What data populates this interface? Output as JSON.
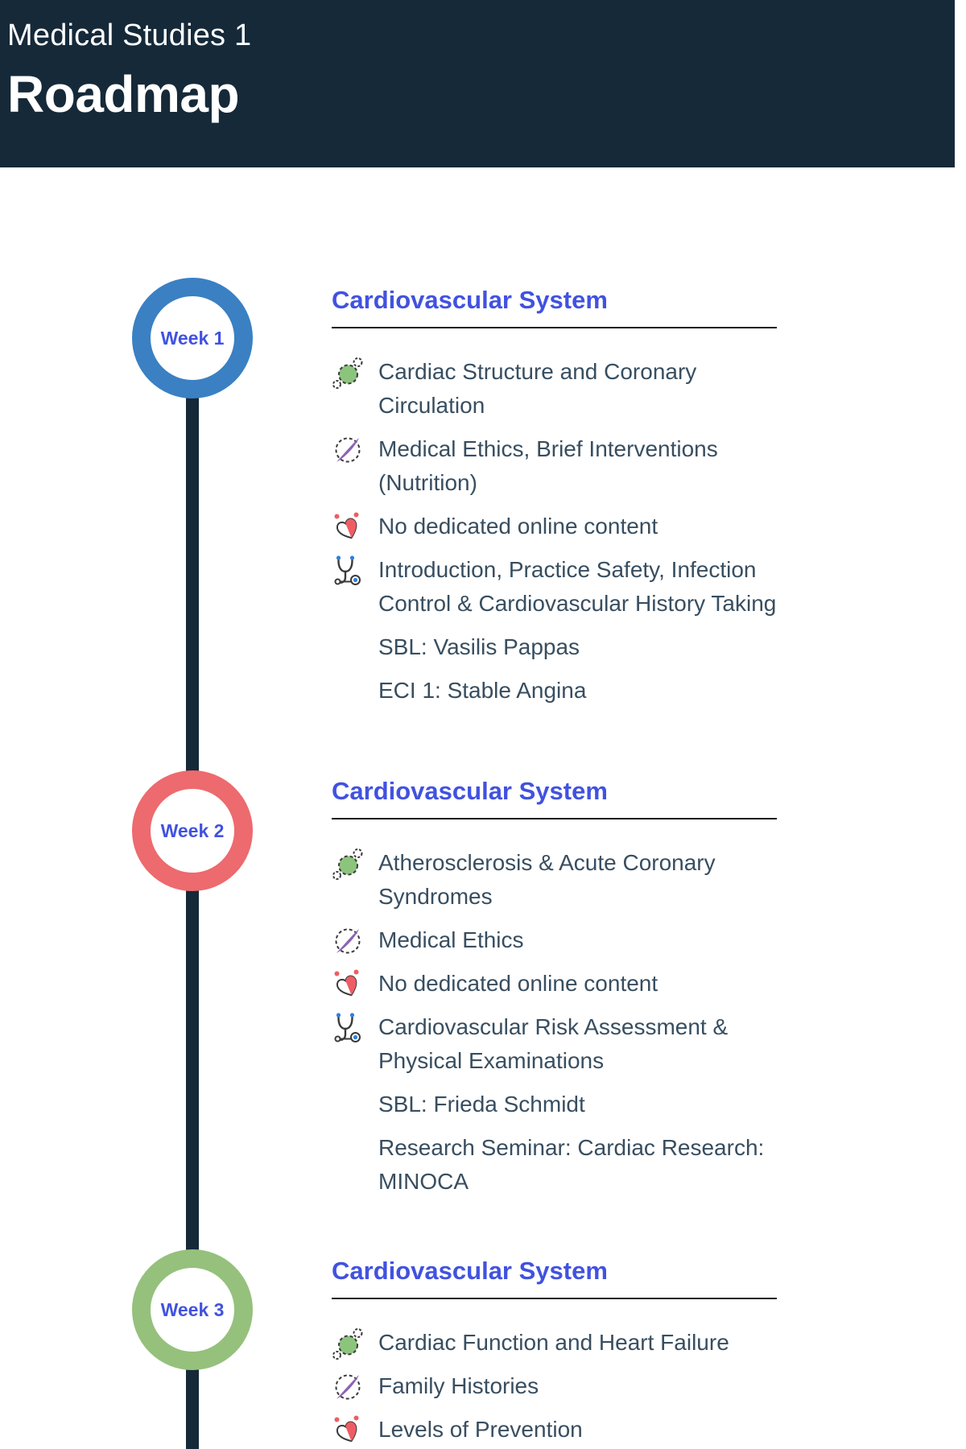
{
  "header": {
    "course": "Medical Studies 1",
    "title": "Roadmap"
  },
  "colors": {
    "header_bg": "#152939",
    "timeline_line": "#152939",
    "accent_blue": "#4152e0",
    "text_ink": "#384e60",
    "icon_green": "#8cc47d",
    "icon_purple": "#8d63b4",
    "icon_red": "#ee5d63",
    "icon_blue": "#2f7fe0",
    "icon_outline": "#3a3a3a"
  },
  "weeks": [
    {
      "label": "Week 1",
      "ring_color": "#3a80c3",
      "section_title": "Cardiovascular System",
      "items": [
        {
          "icon": "molecule-icon",
          "text": "Cardiac Structure and Coronary Circulation"
        },
        {
          "icon": "compass-icon",
          "text": "Medical Ethics, Brief Interventions (Nutrition)"
        },
        {
          "icon": "heart-icon",
          "text": "No dedicated online content"
        },
        {
          "icon": "stethoscope-icon",
          "text": "Introduction, Practice Safety, Infection Control & Cardiovascular History Taking"
        },
        {
          "icon": null,
          "text": "SBL: Vasilis Pappas"
        },
        {
          "icon": null,
          "text": "ECI 1: Stable Angina"
        }
      ]
    },
    {
      "label": "Week 2",
      "ring_color": "#ed6a6e",
      "section_title": "Cardiovascular System",
      "items": [
        {
          "icon": "molecule-icon",
          "text": "Atherosclerosis & Acute Coronary Syndromes"
        },
        {
          "icon": "compass-icon",
          "text": "Medical Ethics"
        },
        {
          "icon": "heart-icon",
          "text": "No dedicated online content"
        },
        {
          "icon": "stethoscope-icon",
          "text": "Cardiovascular Risk Assessment & Physical Examinations"
        },
        {
          "icon": null,
          "text": "SBL: Frieda Schmidt"
        },
        {
          "icon": null,
          "text": "Research Seminar: Cardiac Research: MINOCA"
        }
      ]
    },
    {
      "label": "Week 3",
      "ring_color": "#95c17c",
      "section_title": "Cardiovascular System",
      "items": [
        {
          "icon": "molecule-icon",
          "text": "Cardiac Function and Heart Failure"
        },
        {
          "icon": "compass-icon",
          "text": "Family Histories"
        },
        {
          "icon": "heart-icon",
          "text": "Levels of Prevention"
        }
      ]
    }
  ]
}
